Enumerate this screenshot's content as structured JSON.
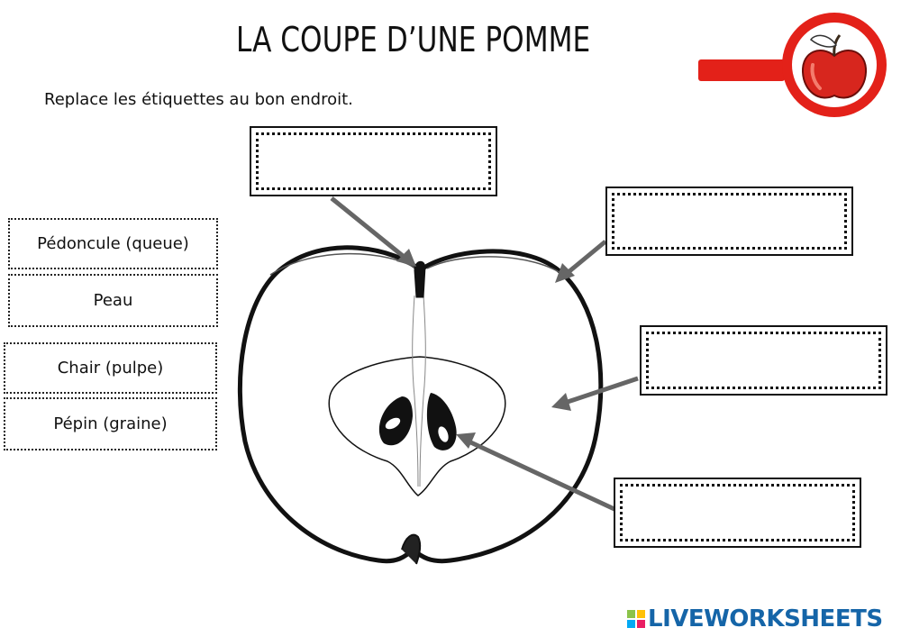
{
  "worksheet": {
    "title": "LA COUPE D’UNE POMME",
    "instruction": "Replace les étiquettes au bon endroit."
  },
  "labels": [
    {
      "text": "Pédoncule (queue)"
    },
    {
      "text": "Peau"
    },
    {
      "text": "Chair (pulpe)"
    },
    {
      "text": "Pépin (graine)"
    }
  ],
  "drop_zones": [
    {
      "value": ""
    },
    {
      "value": ""
    },
    {
      "value": ""
    },
    {
      "value": ""
    }
  ],
  "branding": {
    "logo_text": "LIVEWORKSHEETS",
    "logo_colors": [
      "#8bc34a",
      "#ffc107",
      "#03a9f4",
      "#e91e63"
    ],
    "icon": "apple-magnifier-icon",
    "accent_color": "#e32119"
  }
}
